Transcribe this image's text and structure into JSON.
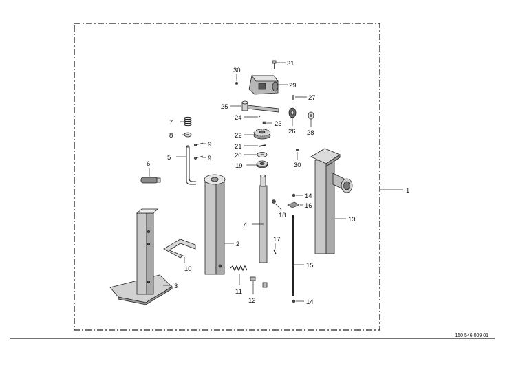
{
  "drawing": {
    "assembly_number": "1",
    "drawing_code": "150 546 009 01",
    "parts": [
      {
        "no": "2"
      },
      {
        "no": "3"
      },
      {
        "no": "4"
      },
      {
        "no": "5"
      },
      {
        "no": "6"
      },
      {
        "no": "7"
      },
      {
        "no": "8"
      },
      {
        "no": "9"
      },
      {
        "no": "9"
      },
      {
        "no": "10"
      },
      {
        "no": "11"
      },
      {
        "no": "12"
      },
      {
        "no": "13"
      },
      {
        "no": "14"
      },
      {
        "no": "14"
      },
      {
        "no": "15"
      },
      {
        "no": "16"
      },
      {
        "no": "17"
      },
      {
        "no": "18"
      },
      {
        "no": "19"
      },
      {
        "no": "20"
      },
      {
        "no": "21"
      },
      {
        "no": "22"
      },
      {
        "no": "23"
      },
      {
        "no": "24"
      },
      {
        "no": "25"
      },
      {
        "no": "26"
      },
      {
        "no": "27"
      },
      {
        "no": "28"
      },
      {
        "no": "29"
      },
      {
        "no": "30"
      },
      {
        "no": "30"
      },
      {
        "no": "31"
      }
    ]
  },
  "colors": {
    "line": "#222222",
    "shade": "#d2d2d2",
    "dark": "#8a8a8a"
  }
}
